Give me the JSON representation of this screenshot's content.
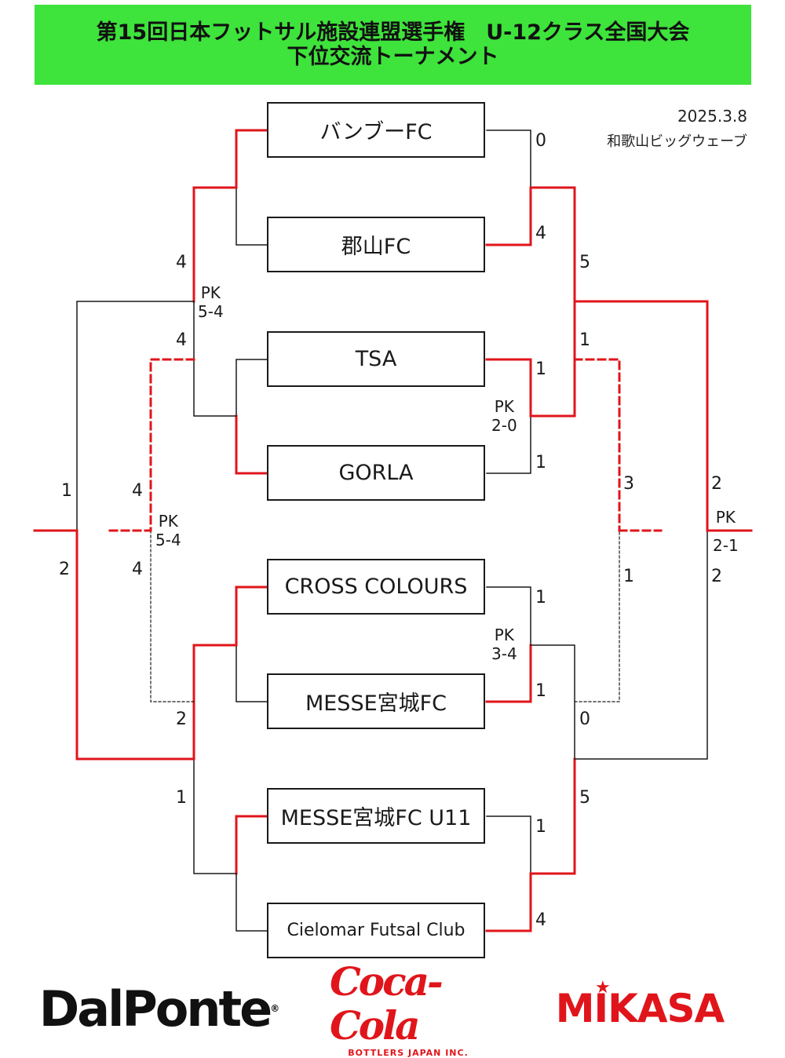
{
  "header": {
    "title_line1": "第15回日本フットサル施設連盟選手権　U-12クラス全国大会",
    "title_line2": "下位交流トーナメント",
    "date": "2025.3.8",
    "venue": "和歌山ビッグウェーブ"
  },
  "teams": [
    {
      "name": "バンブーFC"
    },
    {
      "name": "郡山FC"
    },
    {
      "name": "TSA"
    },
    {
      "name": "GORLA"
    },
    {
      "name": "CROSS COLOURS"
    },
    {
      "name": "MESSE宮城FC"
    },
    {
      "name": "MESSE宮城FC U11"
    },
    {
      "name": "Cielomar Futsal Club"
    }
  ],
  "scores": {
    "r1_left_1": "4",
    "r1_left_2": "4",
    "r1_left_3": "2",
    "r1_left_4": "1",
    "r1_right_1": "0",
    "r1_right_2": "4",
    "r1_right_3": "1",
    "r1_right_4": "1",
    "r1_right_5": "1",
    "r1_right_6": "1",
    "r1_right_7": "1",
    "r1_right_8": "4",
    "sf_right_1": "5",
    "sf_right_2": "1",
    "sf_right_3": "0",
    "sf_right_4": "5",
    "place_left_1": "4",
    "place_left_2": "4",
    "place_right_1": "3",
    "place_right_2": "1",
    "final_left_1": "1",
    "final_left_2": "2",
    "final_right_1": "2",
    "final_right_2": "2"
  },
  "pk": {
    "left_semi": [
      "PK",
      "5-4"
    ],
    "left_place": [
      "PK",
      "5-4"
    ],
    "r1_tsa_gorla": [
      "PK",
      "2-0"
    ],
    "r1_cross_messe": [
      "PK",
      "3-4"
    ],
    "final": [
      "PK",
      "2-1"
    ]
  },
  "sponsors": {
    "dalponte": "DalPonte",
    "dalponte_mark": "®",
    "cocacola": "Coca-Cola",
    "cocacola_sub": "BOTTLERS JAPAN INC.",
    "mikasa": "MIKASA",
    "mikasa_star": "★"
  },
  "colors": {
    "winner_line": "#e0151b",
    "loser_line": "#1a1a1a",
    "banner": "#3ee33b"
  }
}
